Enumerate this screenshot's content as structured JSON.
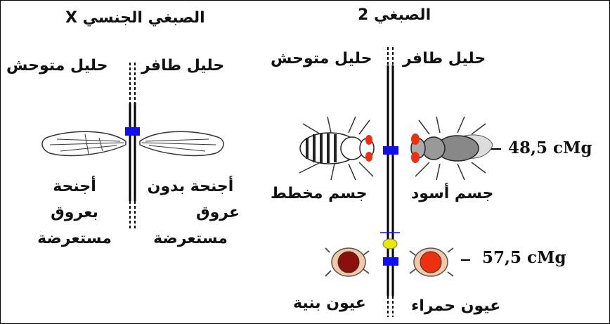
{
  "x_chromosome": {
    "title": "الصبغي الجنسي X",
    "allele_mutant": "حليل طافر",
    "allele_wild": "حليل متوحش",
    "trait_mutant": [
      "أجنحة بدون",
      "عروق",
      "مستعرضة"
    ],
    "trait_wild": [
      "أجنحة",
      "بعروق",
      "مستعرضة"
    ]
  },
  "chromosome_2": {
    "title": "الصبغي 2",
    "allele_mutant": "حليل طافر",
    "allele_wild": "حليل متوحش",
    "locus_body": {
      "distance": "48,5 cMg",
      "mutant_trait": "جسم أسود",
      "wild_trait": "جسم مخطط"
    },
    "locus_eyes": {
      "distance": "57,5 cMg",
      "mutant_trait": "عيون حمراء",
      "wild_trait": "عيون بنية"
    }
  },
  "colors": {
    "locus_marker": "#1010ee",
    "centromere": "#e8e800",
    "eye_red": "#ee3010",
    "eye_brown": "#8a1010",
    "black_body": "#888888"
  }
}
